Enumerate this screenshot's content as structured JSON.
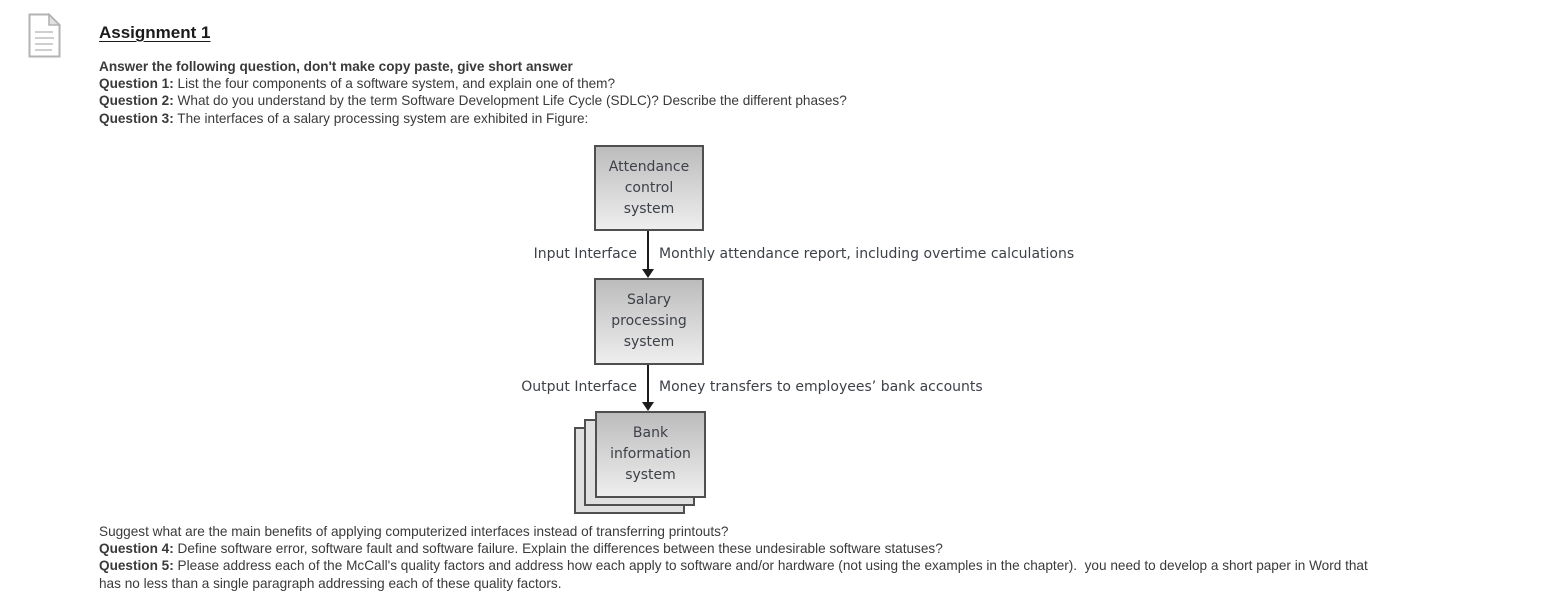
{
  "heading": {
    "title": "Assignment 1"
  },
  "intro": {
    "instruction": "Answer the following question, don't make copy paste, give short answer",
    "questions": [
      {
        "label": "Question 1:",
        "text": " List the four components of a software system, and explain one of them?"
      },
      {
        "label": "Question 2:",
        "text": " What do you understand by the term Software Development Life Cycle (SDLC)? Describe the different phases?"
      },
      {
        "label": "Question 3:",
        "text": " The interfaces of a salary processing system are exhibited in Figure:"
      }
    ]
  },
  "diagram": {
    "boxes": {
      "attendance": {
        "line1": "Attendance",
        "line2": "control",
        "line3": "system"
      },
      "salary": {
        "line1": "Salary",
        "line2": "processing",
        "line3": "system"
      },
      "bank": {
        "line1": "Bank",
        "line2": "information",
        "line3": "system"
      }
    },
    "flows": [
      {
        "interface_label": "Input Interface",
        "description": "Monthly attendance report, including overtime calculations"
      },
      {
        "interface_label": "Output Interface",
        "description": "Money transfers to employees’ bank accounts"
      }
    ],
    "colors": {
      "box_border": "#4f4f4f",
      "box_fill_top": "#bcbcbc",
      "box_fill_bottom": "#eeeeee",
      "stack_fill": "#dfdfdf",
      "text": "#3d4148",
      "arrow": "#1c1c1c"
    },
    "icon_names": {
      "page_icon": "document-icon"
    }
  },
  "outro": {
    "suggest_line": "Suggest what are the main benefits of applying computerized interfaces instead of transferring printouts?",
    "questions": [
      {
        "label": "Question 4:",
        "text": " Define software error, software fault and software failure. Explain the differences between these undesirable software statuses?"
      },
      {
        "label": "Question 5:",
        "text": " Please address each of the McCall's quality factors and address how each apply to software and/or hardware (not using the examples in the chapter).  you need to develop a short paper in Word that"
      }
    ],
    "continuation": "has no less than a single paragraph addressing each of these quality factors."
  }
}
